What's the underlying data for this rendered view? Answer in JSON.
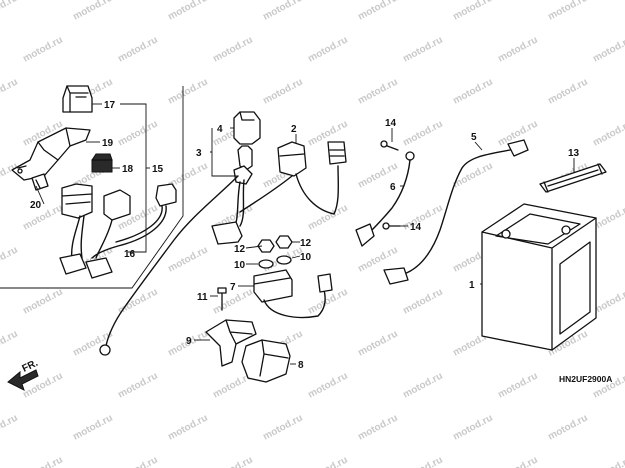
{
  "watermark": "motod.ru",
  "diagram_code": "HN2UF2900A",
  "direction_label": "FR.",
  "callouts": {
    "c1": "1",
    "c2": "2",
    "c3": "3",
    "c4": "4",
    "c5": "5",
    "c6": "6",
    "c7": "7",
    "c8": "8",
    "c9": "9",
    "c10a": "10",
    "c10b": "10",
    "c11": "11",
    "c12a": "12",
    "c12b": "12",
    "c13": "13",
    "c14a": "14",
    "c14b": "14",
    "c15": "15",
    "c16": "16",
    "c17": "17",
    "c18": "18",
    "c19": "19",
    "c20": "20"
  }
}
